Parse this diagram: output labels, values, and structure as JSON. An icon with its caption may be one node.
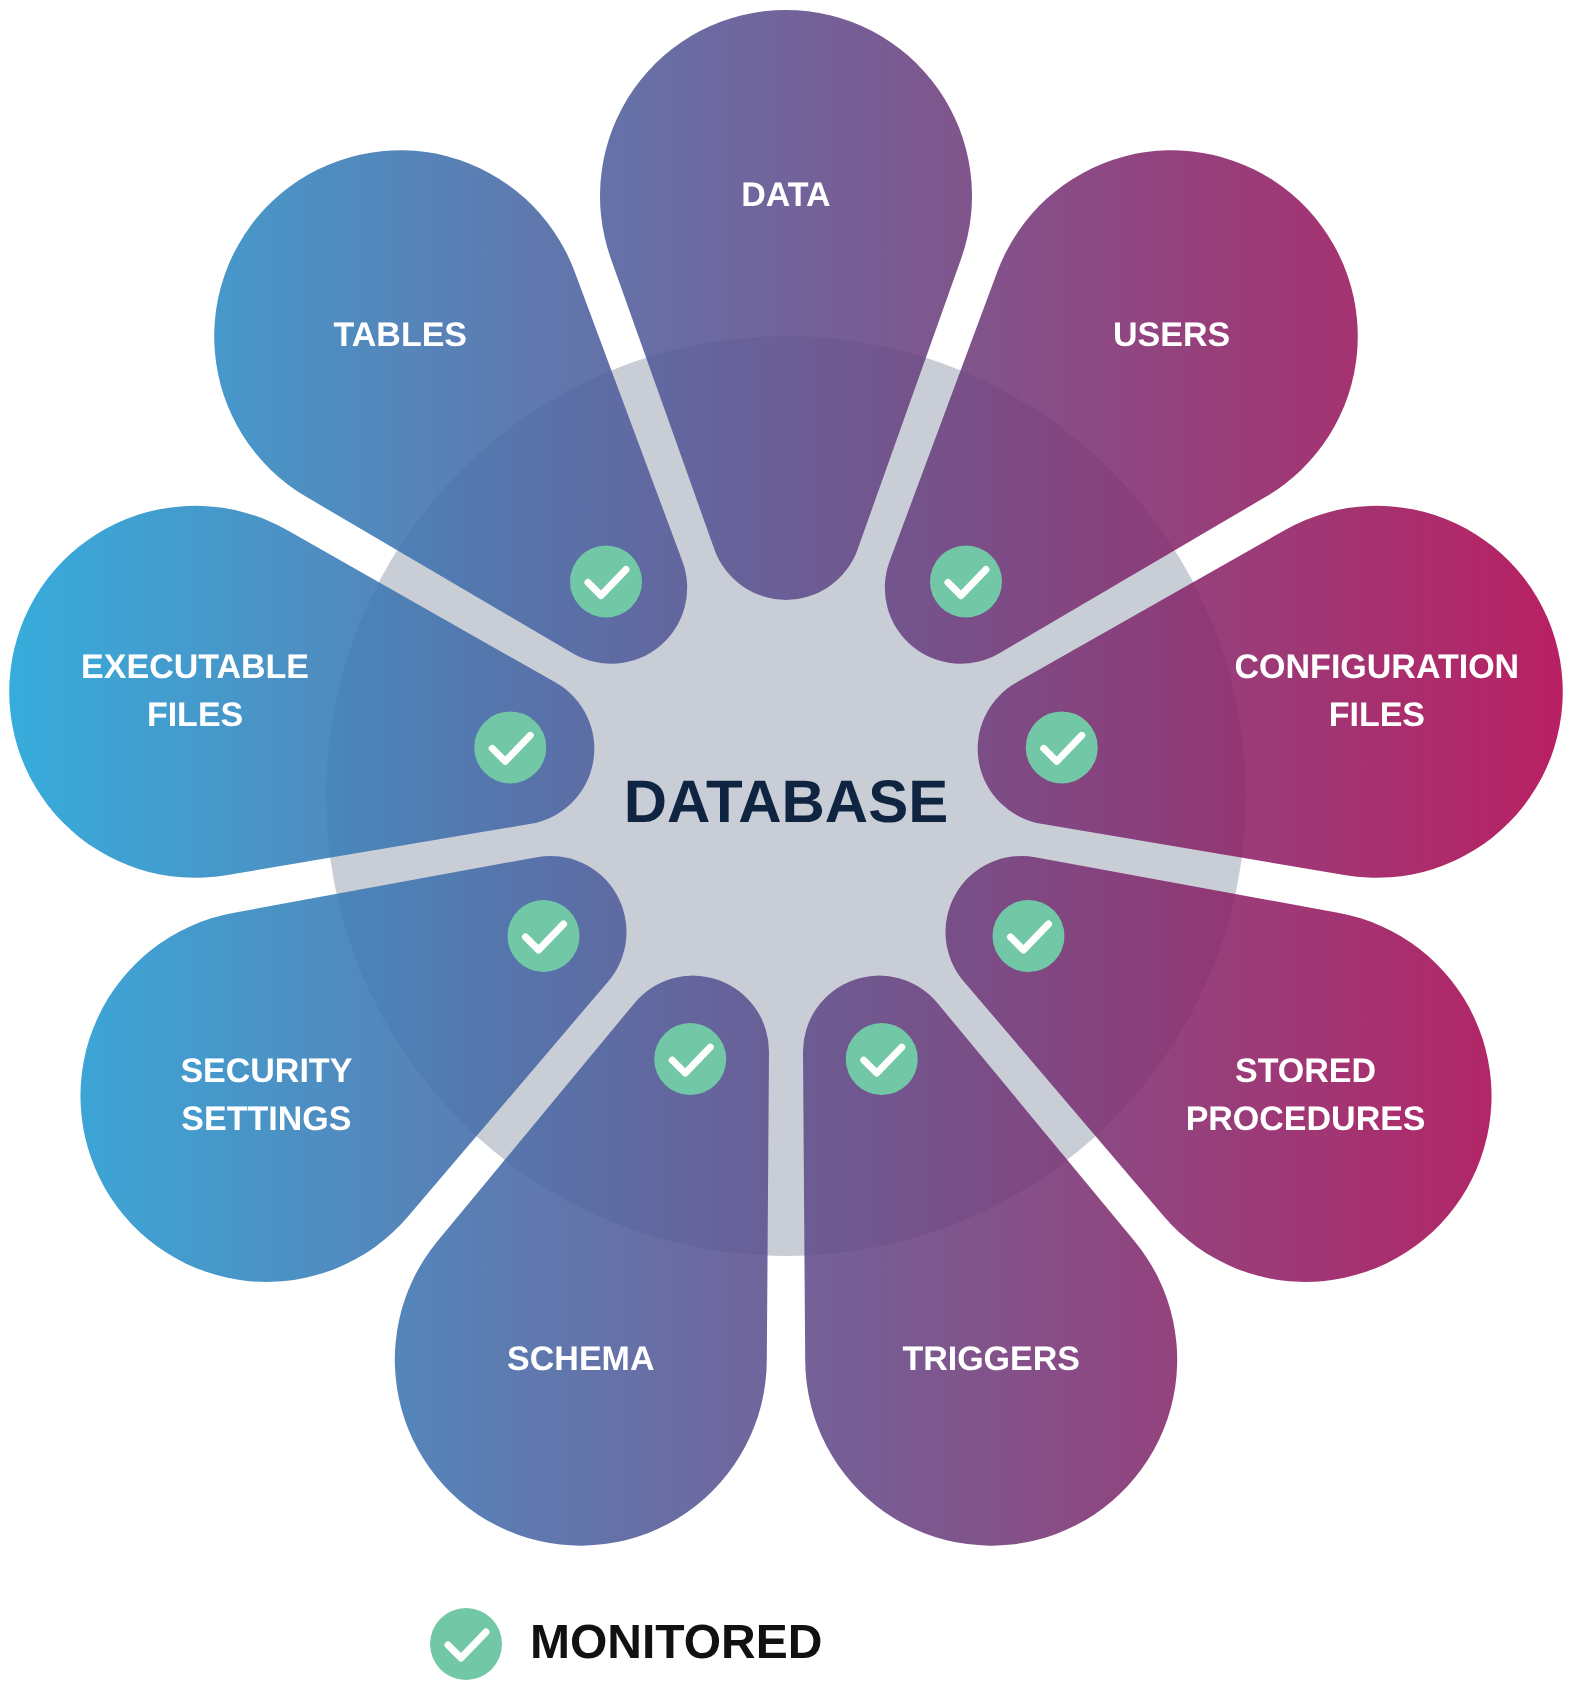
{
  "diagram": {
    "nodes": [
      {
        "text": [
          "DATABASE"
        ]
      },
      {
        "text": [
          "DATA"
        ]
      },
      {
        "text": [
          "USERS"
        ]
      },
      {
        "text": [
          "CONFIGURATION FILES"
        ]
      },
      {
        "text": [
          "STORED PROCEDURES"
        ]
      },
      {
        "text": [
          "TRIGGERS"
        ]
      },
      {
        "text": [
          "SCHEMA"
        ]
      },
      {
        "text": [
          "SECURITY SETTINGS"
        ]
      },
      {
        "text": [
          "EXECUTABLE FILES"
        ]
      },
      {
        "text": [
          "TABLES"
        ]
      }
    ],
    "edges": [],
    "legend": [
      {
        "text": "MONITORED"
      }
    ]
  }
}
